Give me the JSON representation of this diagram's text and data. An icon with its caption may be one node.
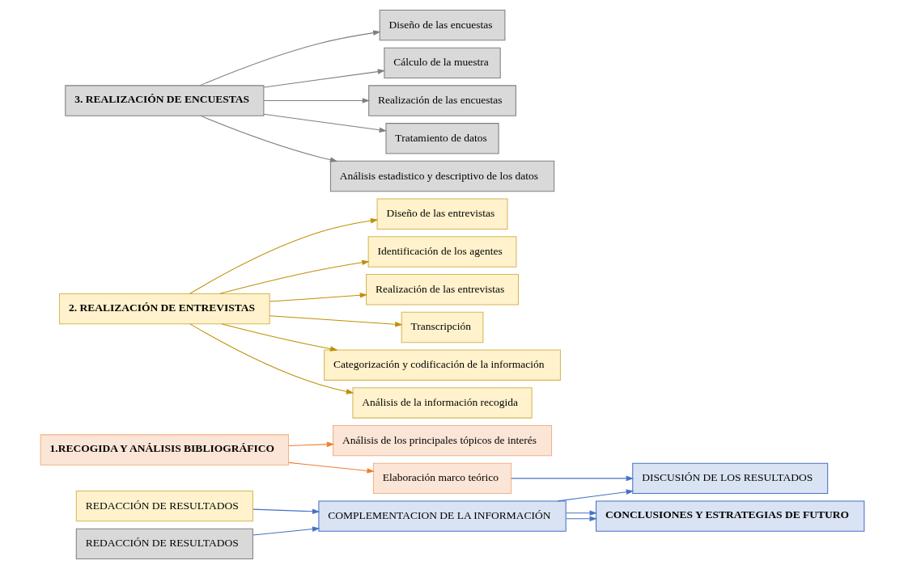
{
  "diagram": {
    "nodes": [
      {
        "text": [
          "1.RECOGIDA Y ANÁLISIS BIBLIOGRÁFICO"
        ]
      },
      {
        "text": [
          "Análisis de los principales tópicos de interés"
        ]
      },
      {
        "text": [
          "Elaboración marco teórico"
        ]
      },
      {
        "text": [
          "2. REALIZACIÓN DE ENTREVISTAS"
        ]
      },
      {
        "text": [
          "Diseño de las entrevistas"
        ]
      },
      {
        "text": [
          "Identificación de los agentes"
        ]
      },
      {
        "text": [
          "Realización de las entrevistas"
        ]
      },
      {
        "text": [
          "Transcripción"
        ]
      },
      {
        "text": [
          "Categorización y codificación de la información"
        ]
      },
      {
        "text": [
          "Análisis de la información recogida"
        ]
      },
      {
        "text": [
          "REDACCIÓN DE RESULTADOS"
        ]
      },
      {
        "text": [
          "3. REALIZACIÓN DE ENCUESTAS"
        ]
      },
      {
        "text": [
          "Diseño de las encuestas"
        ]
      },
      {
        "text": [
          "Cálculo de la muestra"
        ]
      },
      {
        "text": [
          "Realización de las encuestas"
        ]
      },
      {
        "text": [
          "Tratamiento de datos"
        ]
      },
      {
        "text": [
          "Análisis estadistico y descriptivo de los datos"
        ]
      },
      {
        "text": [
          "REDACCIÓN DE RESULTADOS"
        ]
      },
      {
        "text": [
          "COMPLEMENTACION DE LA INFORMACIÓN"
        ]
      },
      {
        "text": [
          "DISCUSIÓN DE LOS RESULTADOS"
        ]
      },
      {
        "text": [
          "CONCLUSIONES Y ESTRATEGIAS DE FUTURO"
        ]
      }
    ],
    "edges": [
      {
        "from": 0,
        "to": 1,
        "arrow": "to",
        "color": "#ed7d31"
      },
      {
        "from": 0,
        "to": 2,
        "arrow": "to",
        "color": "#ed7d31"
      },
      {
        "from": 3,
        "to": 4,
        "arrow": "to"
      },
      {
        "from": 3,
        "to": 5,
        "arrow": "to"
      },
      {
        "from": 3,
        "to": 6,
        "arrow": "to"
      },
      {
        "from": 3,
        "to": 7,
        "arrow": "to"
      },
      {
        "from": 3,
        "to": 8,
        "arrow": "to"
      },
      {
        "from": 3,
        "to": 9,
        "arrow": "to"
      },
      {
        "from": 11,
        "to": 12,
        "arrow": "to",
        "color": "#7f7f7f"
      },
      {
        "from": 11,
        "to": 13,
        "arrow": "to",
        "color": "#7f7f7f"
      },
      {
        "from": 11,
        "to": 14,
        "arrow": "to",
        "color": "#7f7f7f"
      },
      {
        "from": 11,
        "to": 15,
        "arrow": "to",
        "color": "#7f7f7f"
      },
      {
        "from": 11,
        "to": 16,
        "arrow": "to",
        "color": "#7f7f7f"
      },
      {
        "from": 2,
        "to": 19,
        "arrow": "to",
        "color": "#4472c4"
      },
      {
        "from": 10,
        "to": 18,
        "arrow": "to",
        "color": "#4472c4"
      },
      {
        "from": 17,
        "to": 18,
        "arrow": "to",
        "color": "#4472c4"
      },
      {
        "from": 18,
        "to": 19,
        "arrow": "to",
        "color": "#4472c4"
      },
      {
        "from": 18,
        "to": 20,
        "arrow": "to",
        "color": "#4472c4"
      },
      {
        "from": 18,
        "to": 20,
        "arrow": "to",
        "color": "#4472c4"
      }
    ]
  }
}
